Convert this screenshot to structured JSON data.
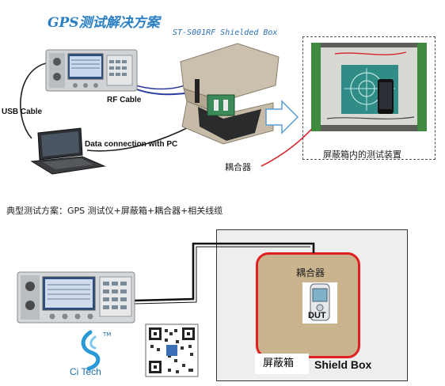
{
  "diagram": {
    "title": "GPS测试解决方案",
    "shield_box_model": "ST-S001RF Shielded Box",
    "labels": {
      "usb_cable": "USB Cable",
      "rf_cable": "RF Cable",
      "data_connection": "Data connection with PC",
      "coupler": "耦合器",
      "test_setup_in_box": "屏蔽箱内的测试装置"
    },
    "description": "典型测试方案：GPS 测试仪+屏蔽箱+耦合器+相关线缆",
    "bottom": {
      "coupler": "耦合器",
      "dut": "DUT",
      "shield_box_cn": "屏蔽箱",
      "shield_box_en": "Shield Box",
      "brand": "Ci Tech",
      "trademark": "TM"
    },
    "colors": {
      "title": "#2a7fc4",
      "coupler_border": "#e02020",
      "coupler_fill": "#c9b48e",
      "cable_blue": "#2b3a9e",
      "cable_red": "#d4242a",
      "arrow": "#5b9bd5"
    }
  }
}
